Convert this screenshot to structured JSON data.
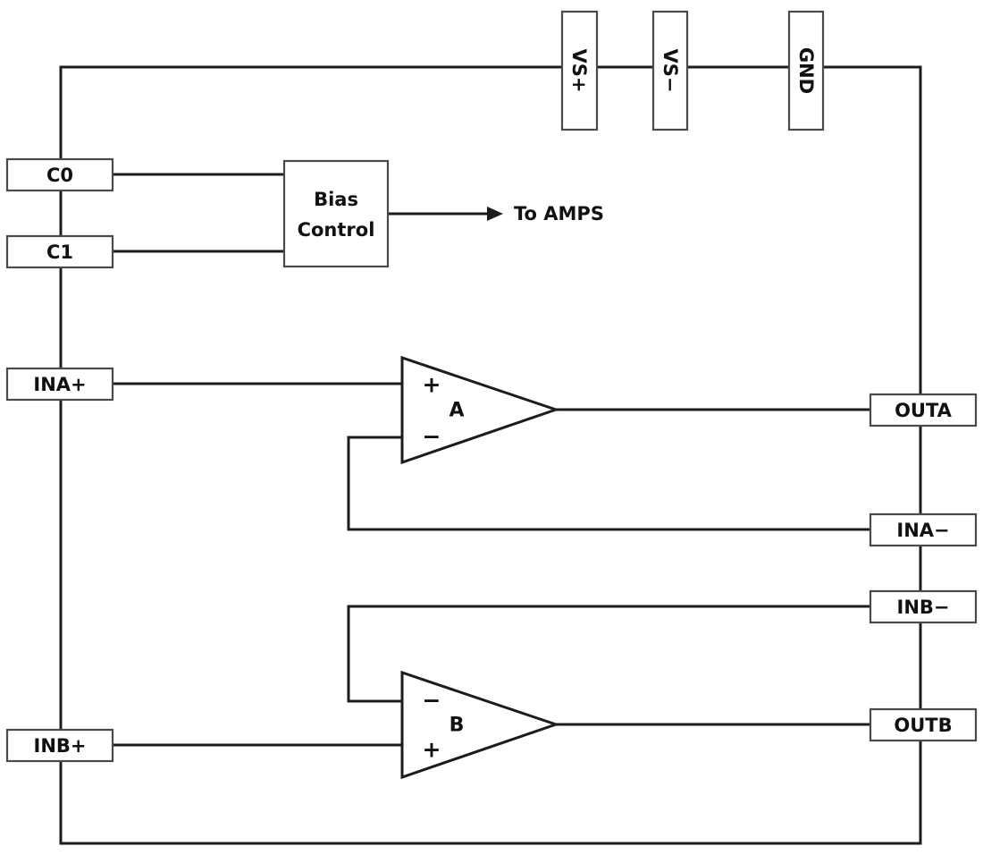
{
  "colors": {
    "wire": "#1c1c1c",
    "box_border": "#4a4a4a",
    "text": "#111111",
    "background": "#ffffff"
  },
  "pins": {
    "top": [
      {
        "label": "VS+"
      },
      {
        "label": "VS−"
      },
      {
        "label": "GND"
      }
    ],
    "left": [
      {
        "label": "C0"
      },
      {
        "label": "C1"
      },
      {
        "label": "INA+"
      },
      {
        "label": "INB+"
      }
    ],
    "right": [
      {
        "label": "OUTA"
      },
      {
        "label": "INA−"
      },
      {
        "label": "INB−"
      },
      {
        "label": "OUTB"
      }
    ]
  },
  "blocks": {
    "bias_control": {
      "line1": "Bias",
      "line2": "Control"
    },
    "amp_a": {
      "label": "A",
      "input_top_sign": "+",
      "input_bottom_sign": "−"
    },
    "amp_b": {
      "label": "B",
      "input_top_sign": "−",
      "input_bottom_sign": "+"
    }
  },
  "annotations": {
    "to_amps_label": "To AMPS"
  }
}
